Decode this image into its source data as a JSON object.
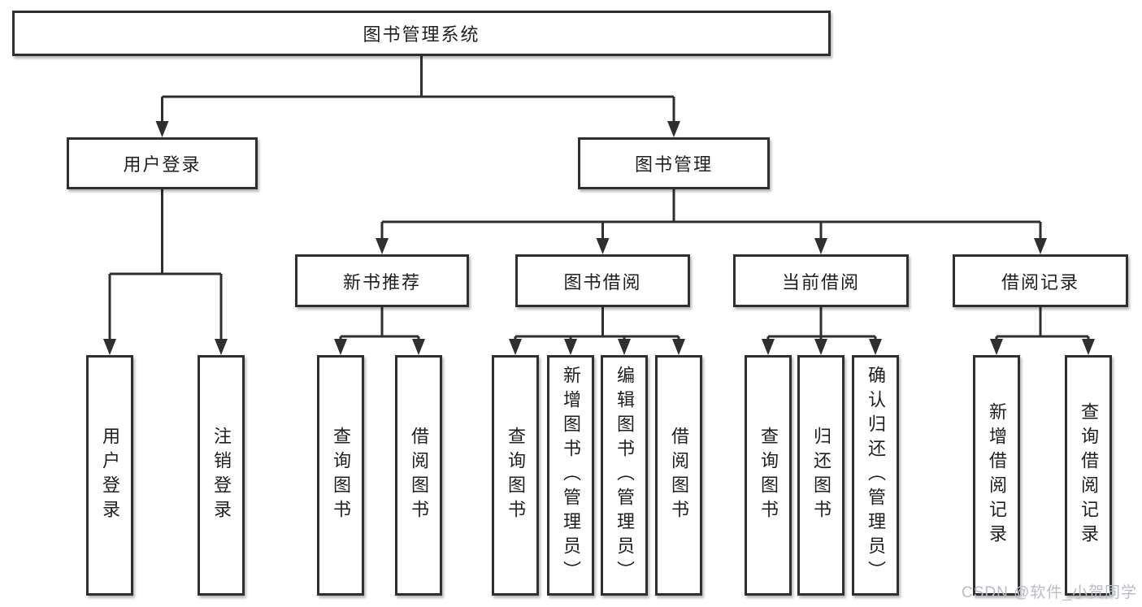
{
  "diagram": {
    "title": "图书管理系统",
    "watermark": "CSDN @软件_小贺同学",
    "colors": {
      "line": "#2f2f2f",
      "box_background": "#ffffff",
      "text": "#1f1f1f",
      "watermark": "#b9bdc3",
      "background": "#ffffff"
    },
    "nodes": [
      {
        "id": "root",
        "label": "图书管理系统",
        "level": 1,
        "text_direction": "horizontal"
      },
      {
        "id": "user-login",
        "label": "用户登录",
        "level": 2,
        "text_direction": "horizontal"
      },
      {
        "id": "book-mgmt",
        "label": "图书管理",
        "level": 2,
        "text_direction": "horizontal"
      },
      {
        "id": "new-books",
        "label": "新书推荐",
        "level": 3,
        "text_direction": "horizontal"
      },
      {
        "id": "book-borrow",
        "label": "图书借阅",
        "level": 3,
        "text_direction": "horizontal"
      },
      {
        "id": "current-borrow",
        "label": "当前借阅",
        "level": 3,
        "text_direction": "horizontal"
      },
      {
        "id": "borrow-records",
        "label": "借阅记录",
        "level": 3,
        "text_direction": "horizontal"
      },
      {
        "id": "ul-user-login",
        "label": "用户登录",
        "level": 4,
        "text_direction": "vertical"
      },
      {
        "id": "ul-logout",
        "label": "注销登录",
        "level": 4,
        "text_direction": "vertical"
      },
      {
        "id": "nb-query-books",
        "label": "查询图书",
        "level": 4,
        "text_direction": "vertical"
      },
      {
        "id": "nb-borrow-books",
        "label": "借阅图书",
        "level": 4,
        "text_direction": "vertical"
      },
      {
        "id": "bb-query-books",
        "label": "查询图书",
        "level": 4,
        "text_direction": "vertical"
      },
      {
        "id": "bb-add-books",
        "label": "新增图书（管理员）",
        "level": 4,
        "text_direction": "vertical"
      },
      {
        "id": "bb-edit-books",
        "label": "编辑图书（管理员）",
        "level": 4,
        "text_direction": "vertical"
      },
      {
        "id": "bb-borrow-books",
        "label": "借阅图书",
        "level": 4,
        "text_direction": "vertical"
      },
      {
        "id": "cb-query-books",
        "label": "查询图书",
        "level": 4,
        "text_direction": "vertical"
      },
      {
        "id": "cb-return-books",
        "label": "归还图书",
        "level": 4,
        "text_direction": "vertical"
      },
      {
        "id": "cb-confirm-return",
        "label": "确认归还（管理员）",
        "level": 4,
        "text_direction": "vertical"
      },
      {
        "id": "br-add-record",
        "label": "新增借阅记录",
        "level": 4,
        "text_direction": "vertical"
      },
      {
        "id": "br-query-record",
        "label": "查询借阅记录",
        "level": 4,
        "text_direction": "vertical"
      }
    ],
    "edges": [
      {
        "from": "root",
        "to": [
          "user-login",
          "book-mgmt"
        ]
      },
      {
        "from": "user-login",
        "to": [
          "ul-user-login",
          "ul-logout"
        ]
      },
      {
        "from": "book-mgmt",
        "to": [
          "new-books",
          "book-borrow",
          "current-borrow",
          "borrow-records"
        ]
      },
      {
        "from": "new-books",
        "to": [
          "nb-query-books",
          "nb-borrow-books"
        ]
      },
      {
        "from": "book-borrow",
        "to": [
          "bb-query-books",
          "bb-add-books",
          "bb-edit-books",
          "bb-borrow-books"
        ]
      },
      {
        "from": "current-borrow",
        "to": [
          "cb-query-books",
          "cb-return-books",
          "cb-confirm-return"
        ]
      },
      {
        "from": "borrow-records",
        "to": [
          "br-add-record",
          "br-query-record"
        ]
      }
    ]
  }
}
